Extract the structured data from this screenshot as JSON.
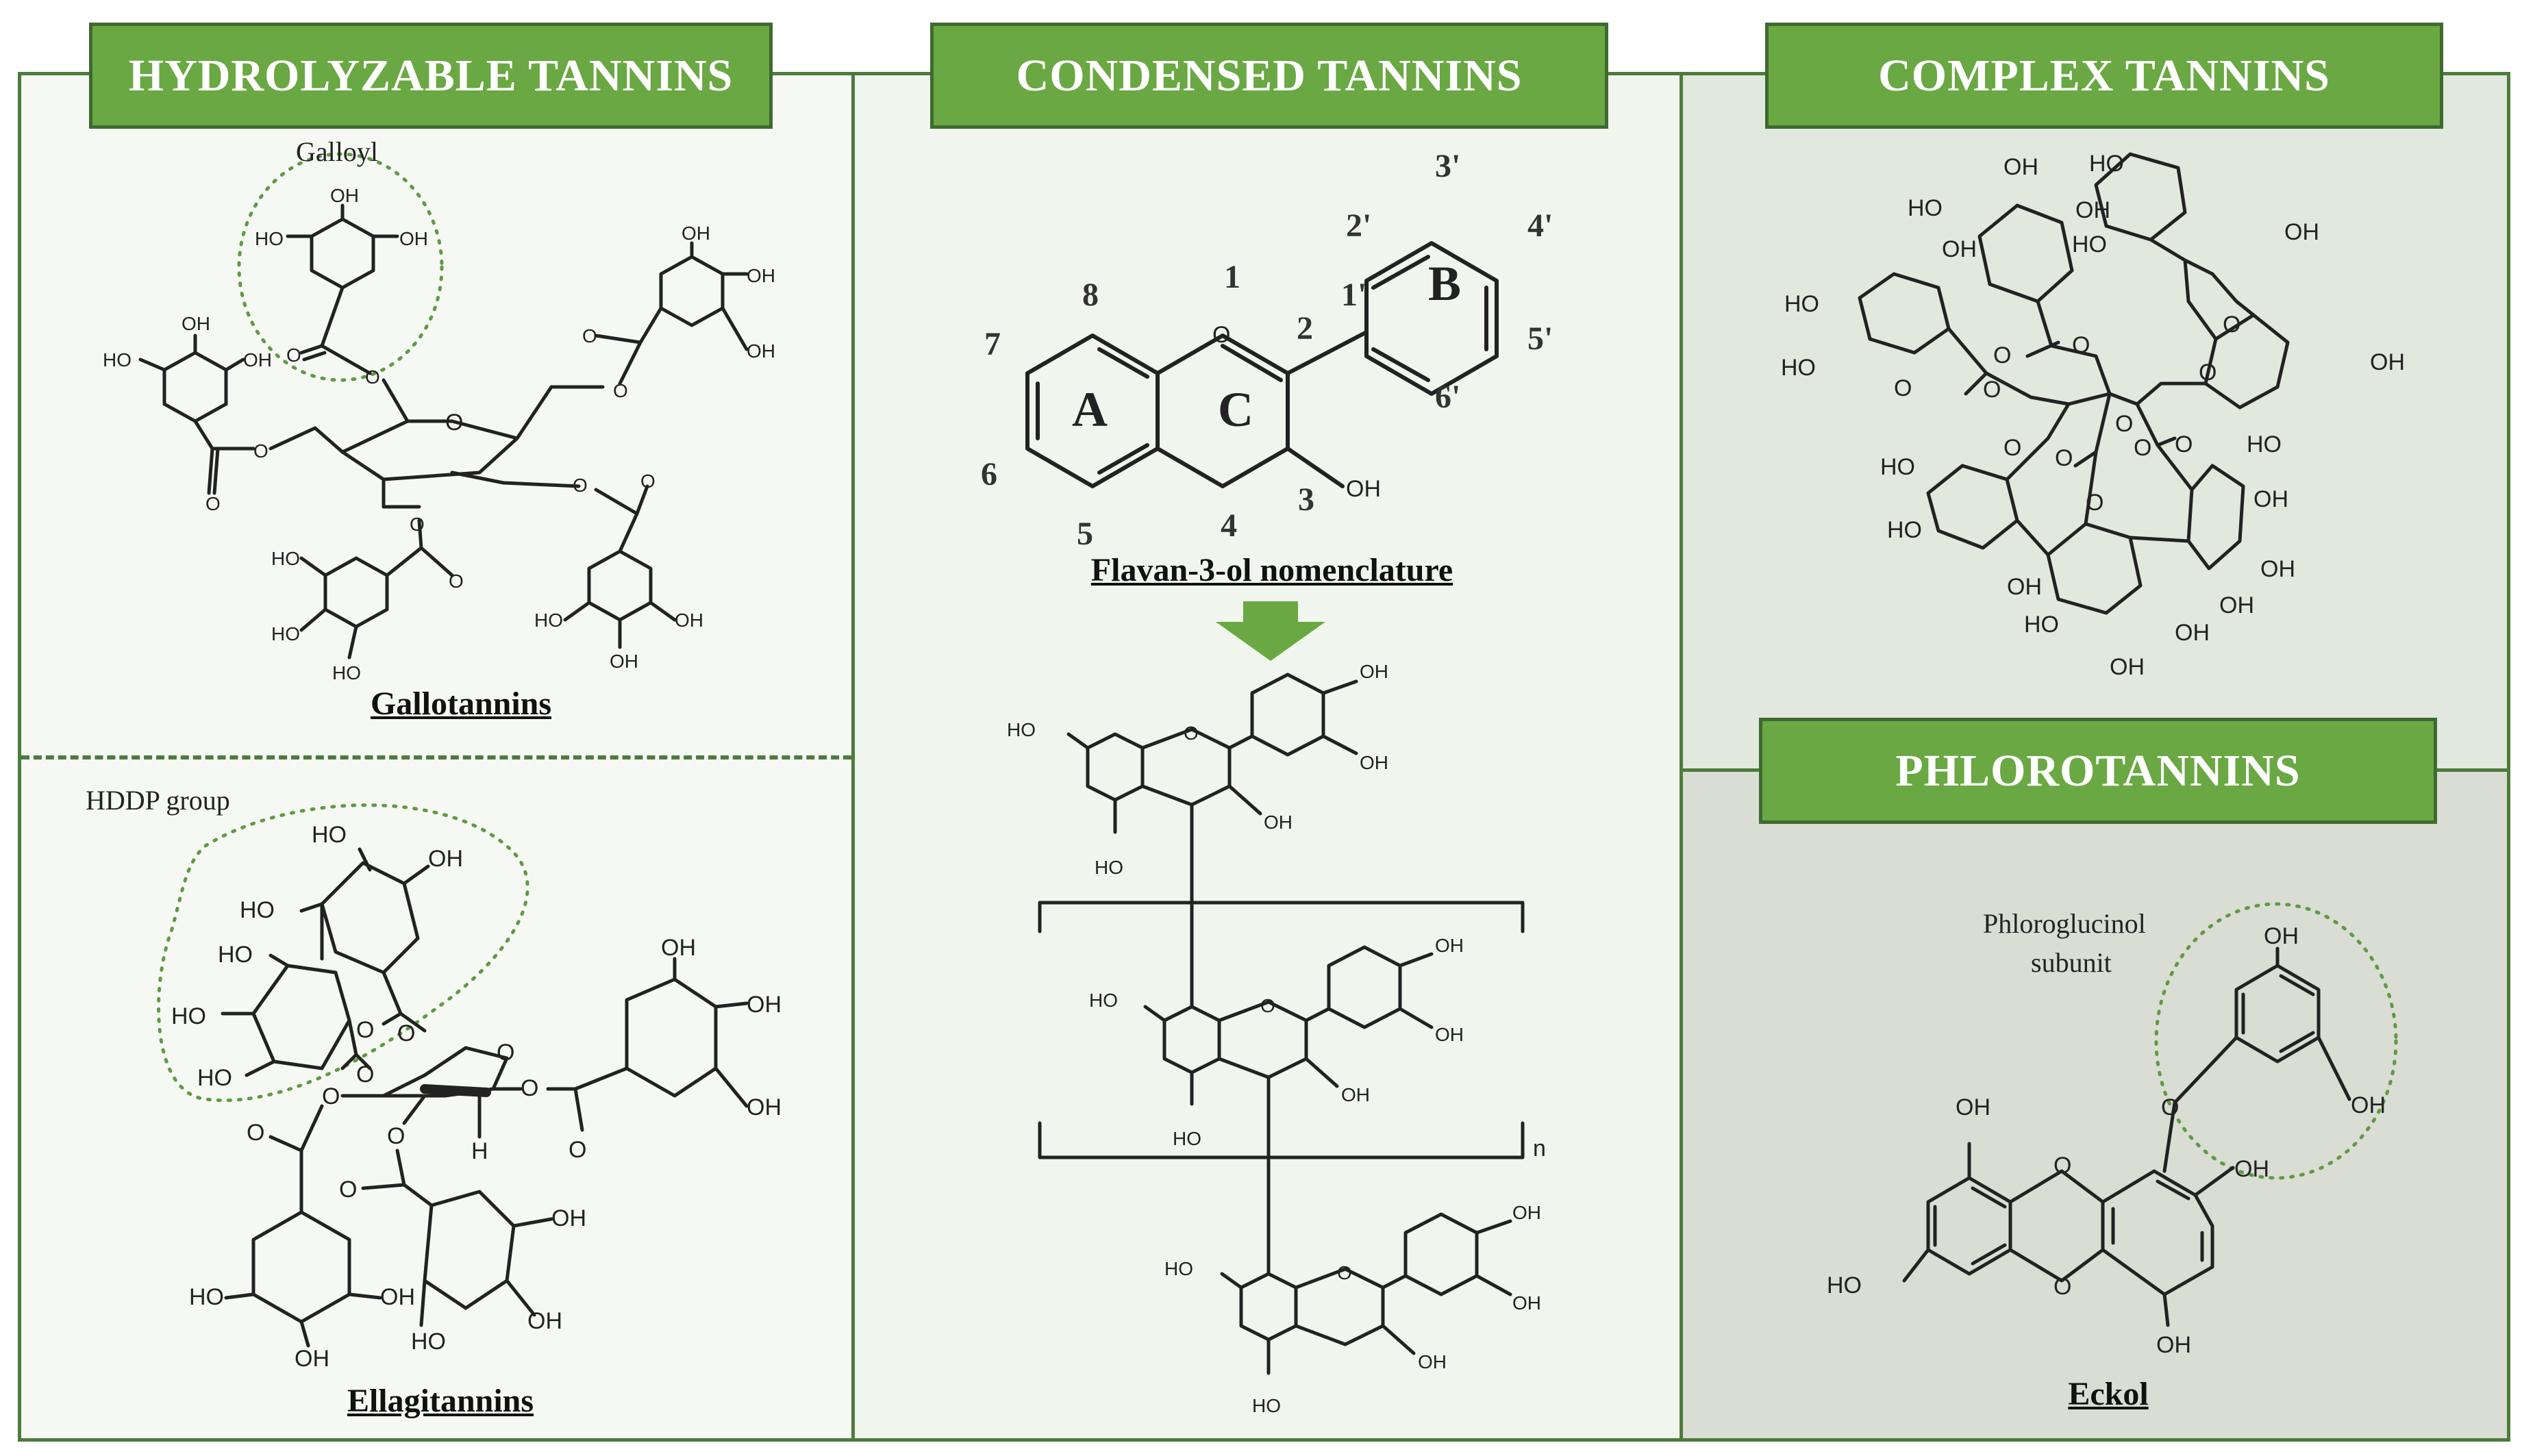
{
  "panels": {
    "hydrolyzable": {
      "title": "HYDROLYZABLE TANNINS",
      "gallotannins": {
        "group_label": "Galloyl",
        "caption": "Gallotannins"
      },
      "ellagitannins": {
        "group_label": "HDDP group",
        "caption": "Ellagitannins"
      }
    },
    "condensed": {
      "title": "CONDENSED TANNINS",
      "caption": "Flavan-3-ol nomenclature",
      "ring_labels": [
        "A",
        "B",
        "C"
      ],
      "position_numbers": [
        "1",
        "2",
        "3",
        "4",
        "5",
        "6",
        "7",
        "8",
        "1'",
        "2'",
        "3'",
        "4'",
        "5'",
        "6'"
      ],
      "repeat_subscript": "n"
    },
    "complex": {
      "title": "COMPLEX TANNINS"
    },
    "phlorotannins": {
      "title": "PHLOROTANNINS",
      "group_label_line1": "Phloroglucinol",
      "group_label_line2": "subunit",
      "caption": "Eckol"
    }
  },
  "atom_labels": {
    "hydroxyl": "OH",
    "hydroxyl_left": "HO",
    "oxygen": "O",
    "hydrogen": "H"
  },
  "colors": {
    "header_fill": "#6aa843",
    "border": "#4d7b3c",
    "highlight": "#5f9a42",
    "panel_light": "#f6f8f4",
    "panel_mid": "#f0f5ee",
    "panel_sage": "#e1e8dd",
    "panel_gray": "#d9ddd4"
  }
}
